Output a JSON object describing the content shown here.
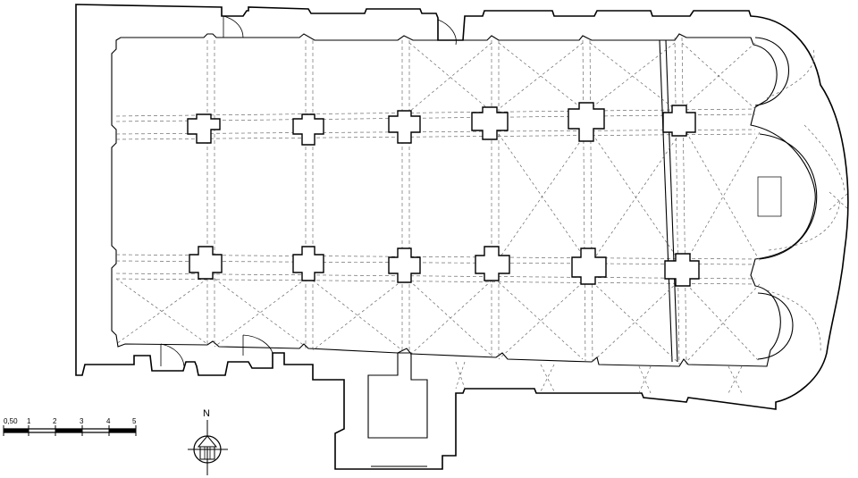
{
  "compass": {
    "north_label": "N"
  },
  "scale_bar": {
    "labels": [
      "0,50",
      "1",
      "2",
      "3",
      "4",
      "5"
    ],
    "unit": ""
  }
}
